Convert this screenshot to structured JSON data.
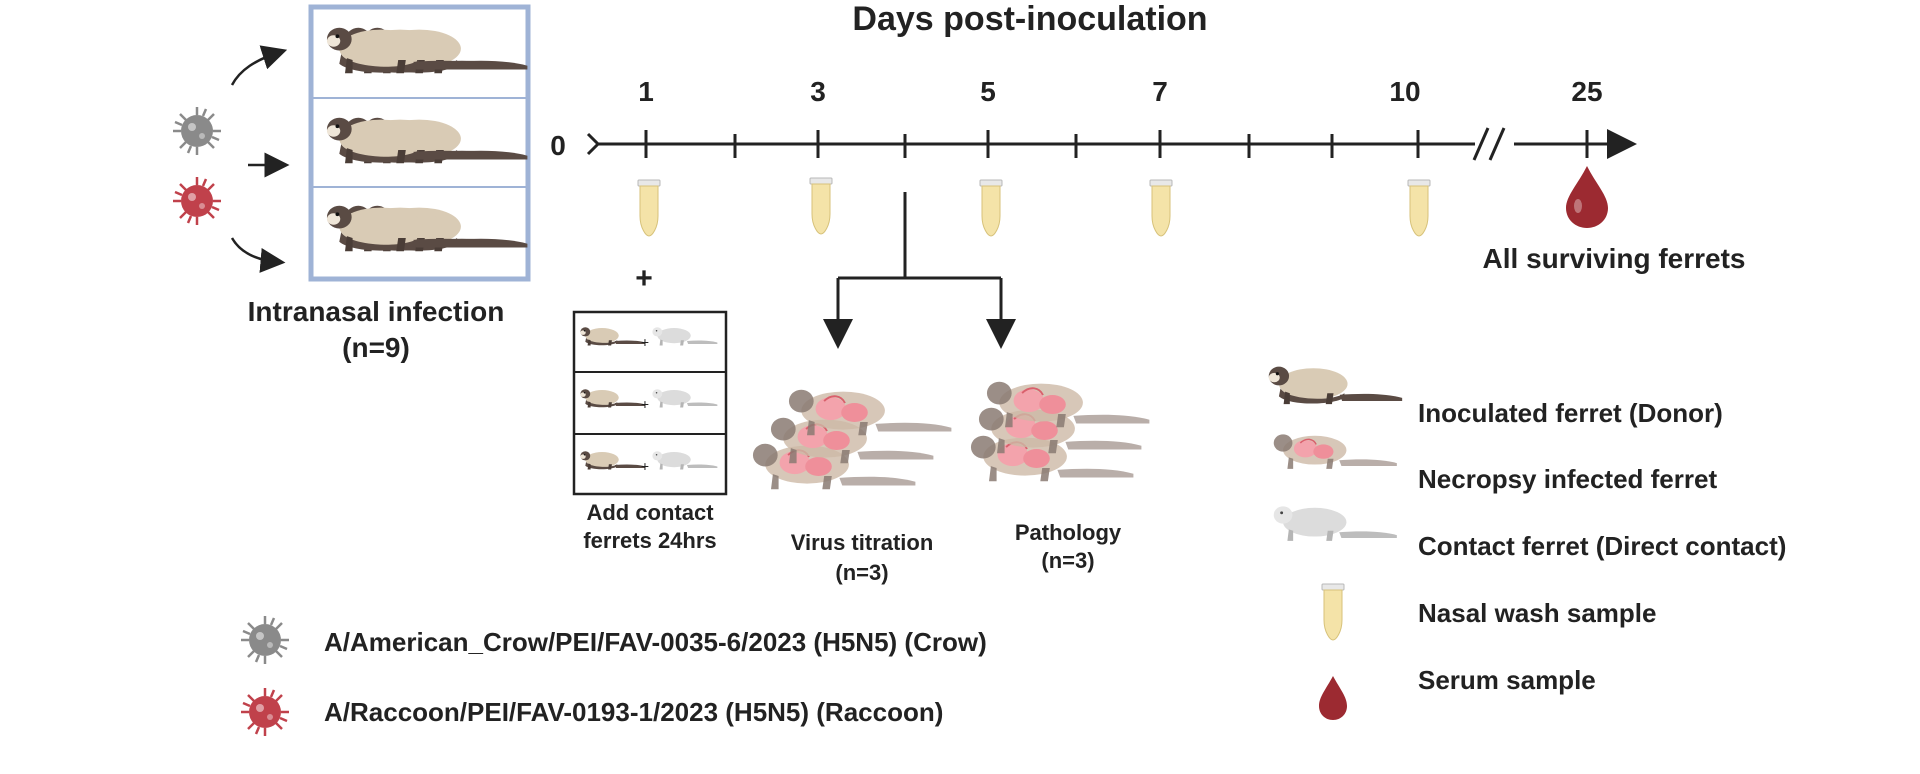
{
  "timeline": {
    "title": "Days post-inoculation",
    "origin": "0",
    "day_labels": [
      "1",
      "3",
      "5",
      "7",
      "10",
      "25"
    ]
  },
  "infection": {
    "label": "Intranasal infection",
    "count": "(n=9)"
  },
  "contact": {
    "plus": "+",
    "small_plus": "+",
    "label_line1": "Add contact",
    "label_line2": "ferrets 24hrs"
  },
  "necropsy": {
    "titration_label": "Virus titration",
    "titration_count": "(n=3)",
    "pathology_label": "Pathology",
    "pathology_count": "(n=3)"
  },
  "serum": {
    "label": "All surviving ferrets"
  },
  "strains": [
    {
      "name": "A/American_Crow/PEI/FAV-0035-6/2023 (H5N5) (Crow)",
      "color": "#8a8a8a"
    },
    {
      "name": "A/Raccoon/PEI/FAV-0193-1/2023 (H5N5)  (Raccoon)",
      "color": "#c0414b"
    }
  ],
  "legend": [
    {
      "icon": "inoculated-ferret-icon",
      "label": "Inoculated ferret (Donor)"
    },
    {
      "icon": "necropsy-ferret-icon",
      "label": "Necropsy infected ferret"
    },
    {
      "icon": "contact-ferret-icon",
      "label": "Contact ferret (Direct contact)"
    },
    {
      "icon": "tube-icon",
      "label": "Nasal wash sample"
    },
    {
      "icon": "blood-drop-icon",
      "label": "Serum sample"
    }
  ],
  "colors": {
    "box_border": "#9fb3d6",
    "ferret_dark": "#5a4b44",
    "ferret_light": "#d9cbb5",
    "contact_ferret": "#d2d2d2",
    "necropsy_pink": "#f3a3ac",
    "tube": "#f4e3a8",
    "blood": "#9c2a31"
  }
}
